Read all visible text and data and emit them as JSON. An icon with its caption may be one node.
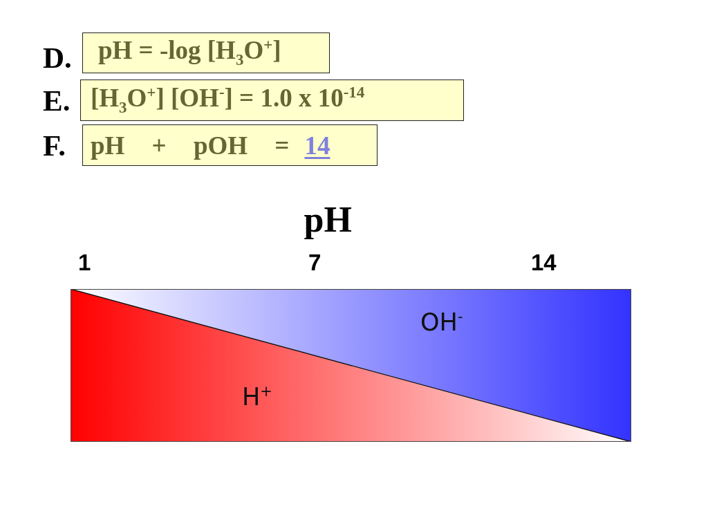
{
  "diagram": {
    "nodes": [
      {
        "text": [
          "pH = -log [H$_{3}$O$^{+}$]"
        ]
      },
      {
        "text": [
          "[H$_{3}$O$^{+}$] [OH$^{-}$] = 1.0 x 10$^{-14}$"
        ]
      },
      {
        "text": [
          "pH + pOH =",
          "14"
        ]
      },
      {
        "text": [
          "OH$^{-}$"
        ]
      },
      {
        "text": [
          "H$^{+}$"
        ]
      }
    ],
    "labels": [
      "D.",
      "E.",
      "F.",
      "pH",
      "1",
      "7",
      "14"
    ]
  }
}
